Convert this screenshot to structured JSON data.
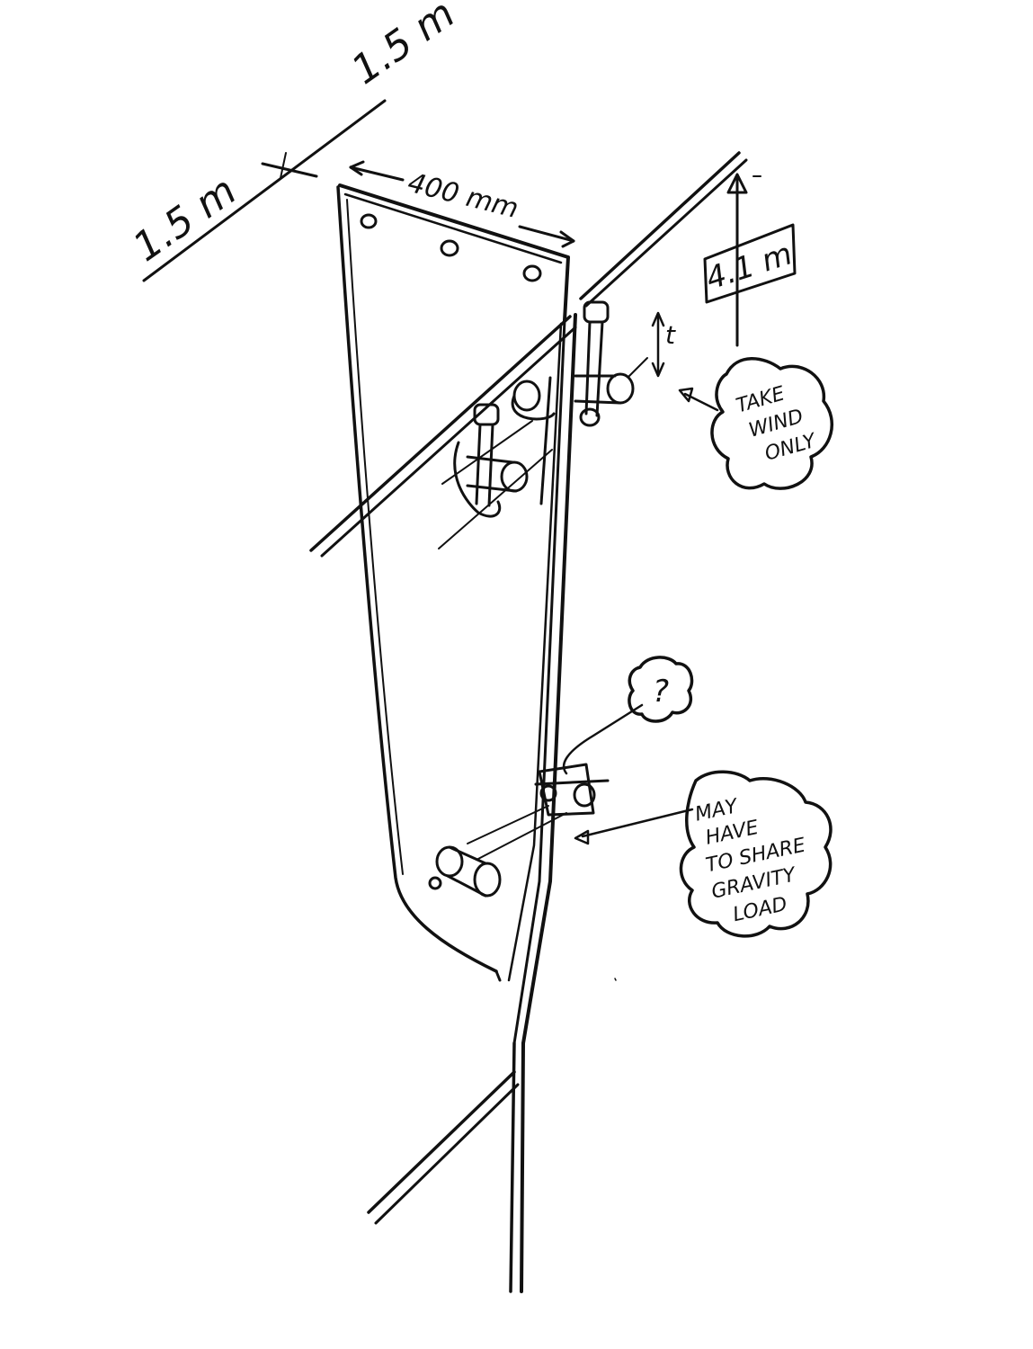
{
  "dimensions": {
    "grid_upper": "1.5 m",
    "grid_lower": "1.5 m",
    "panel_width": "400 mm",
    "height": "4.1 m",
    "gap": "t"
  },
  "notes": {
    "top": [
      "TAKE",
      "WIND",
      "ONLY"
    ],
    "question": "?",
    "bottom": [
      "MAY",
      "HAVE",
      "TO SHARE",
      "GRAVITY",
      "LOAD"
    ]
  }
}
